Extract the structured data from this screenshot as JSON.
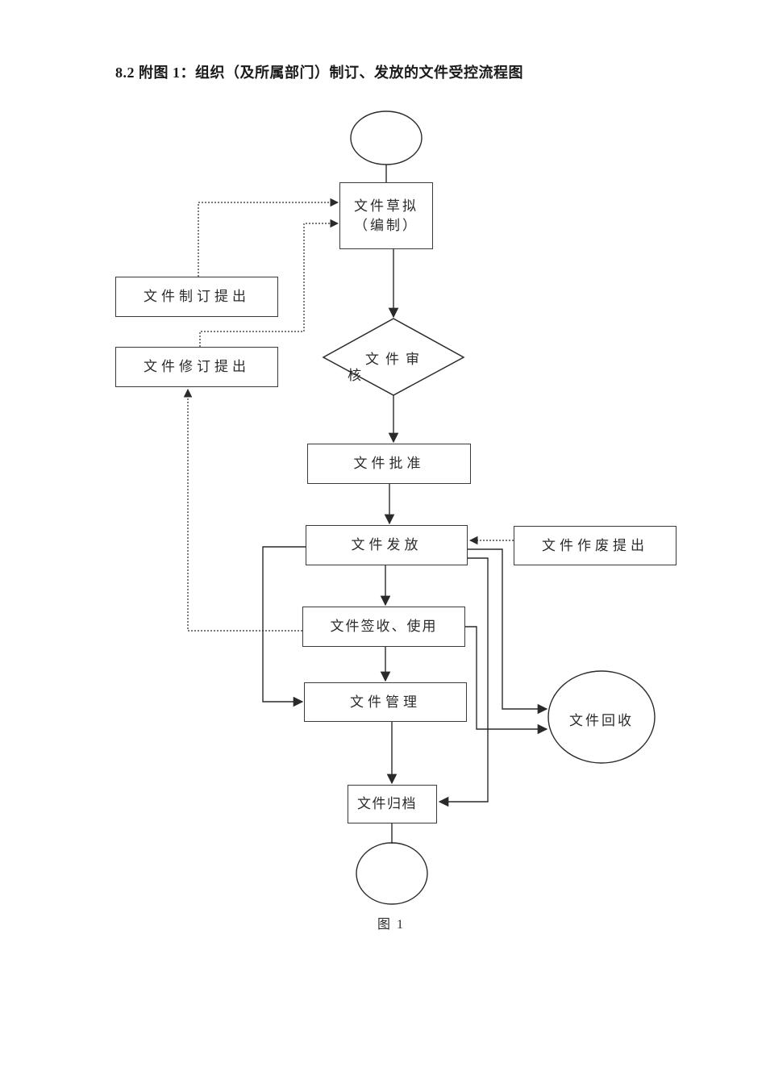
{
  "title": "8.2 附图 1：组织（及所属部门）制订、发放的文件受控流程图",
  "caption": "图 1",
  "colors": {
    "background": "#ffffff",
    "line": "#2a2a2a",
    "border": "#3a3a3a",
    "text": "#2b2b2b"
  },
  "nodes": {
    "start": {
      "shape": "ellipse",
      "label": ""
    },
    "draft": {
      "shape": "rect",
      "label": "文件草拟\n（编制）"
    },
    "formulate": {
      "shape": "rect",
      "label": "文件制订提出"
    },
    "revise": {
      "shape": "rect",
      "label": "文件修订提出"
    },
    "review": {
      "shape": "diamond",
      "label": "文件审\n核"
    },
    "approve": {
      "shape": "rect",
      "label": "文件批准"
    },
    "issue": {
      "shape": "rect",
      "label": "文件发放"
    },
    "obsolete": {
      "shape": "rect",
      "label": "文件作废提出"
    },
    "receipt": {
      "shape": "rect",
      "label": "文件签收、使用"
    },
    "manage": {
      "shape": "rect",
      "label": "文件管理"
    },
    "recycle": {
      "shape": "ellipse",
      "label": "文件回收"
    },
    "archive": {
      "shape": "rect",
      "label": "文件归档"
    },
    "end": {
      "shape": "ellipse",
      "label": ""
    }
  },
  "edges": [
    {
      "from": "start",
      "to": "draft",
      "style": "solid",
      "arrow": false
    },
    {
      "from": "draft",
      "to": "review",
      "style": "solid",
      "arrow": true
    },
    {
      "from": "review",
      "to": "approve",
      "style": "solid",
      "arrow": true
    },
    {
      "from": "approve",
      "to": "issue",
      "style": "solid",
      "arrow": true
    },
    {
      "from": "issue",
      "to": "receipt",
      "style": "solid",
      "arrow": true
    },
    {
      "from": "receipt",
      "to": "manage",
      "style": "solid",
      "arrow": true
    },
    {
      "from": "manage",
      "to": "archive",
      "style": "solid",
      "arrow": true
    },
    {
      "from": "archive",
      "to": "end",
      "style": "solid",
      "arrow": false
    },
    {
      "from": "issue",
      "to": "manage",
      "style": "solid",
      "arrow": true
    },
    {
      "from": "issue",
      "to": "recycle",
      "style": "solid",
      "arrow": true
    },
    {
      "from": "issue",
      "to": "archive",
      "style": "solid",
      "arrow": true
    },
    {
      "from": "receipt",
      "to": "recycle",
      "style": "solid",
      "arrow": true
    },
    {
      "from": "formulate",
      "to": "draft",
      "style": "dotted",
      "arrow": true
    },
    {
      "from": "revise",
      "to": "draft",
      "style": "dotted",
      "arrow": true
    },
    {
      "from": "obsolete",
      "to": "issue",
      "style": "dotted",
      "arrow": true
    },
    {
      "from": "receipt",
      "to": "revise",
      "style": "dotted",
      "arrow": true
    }
  ]
}
